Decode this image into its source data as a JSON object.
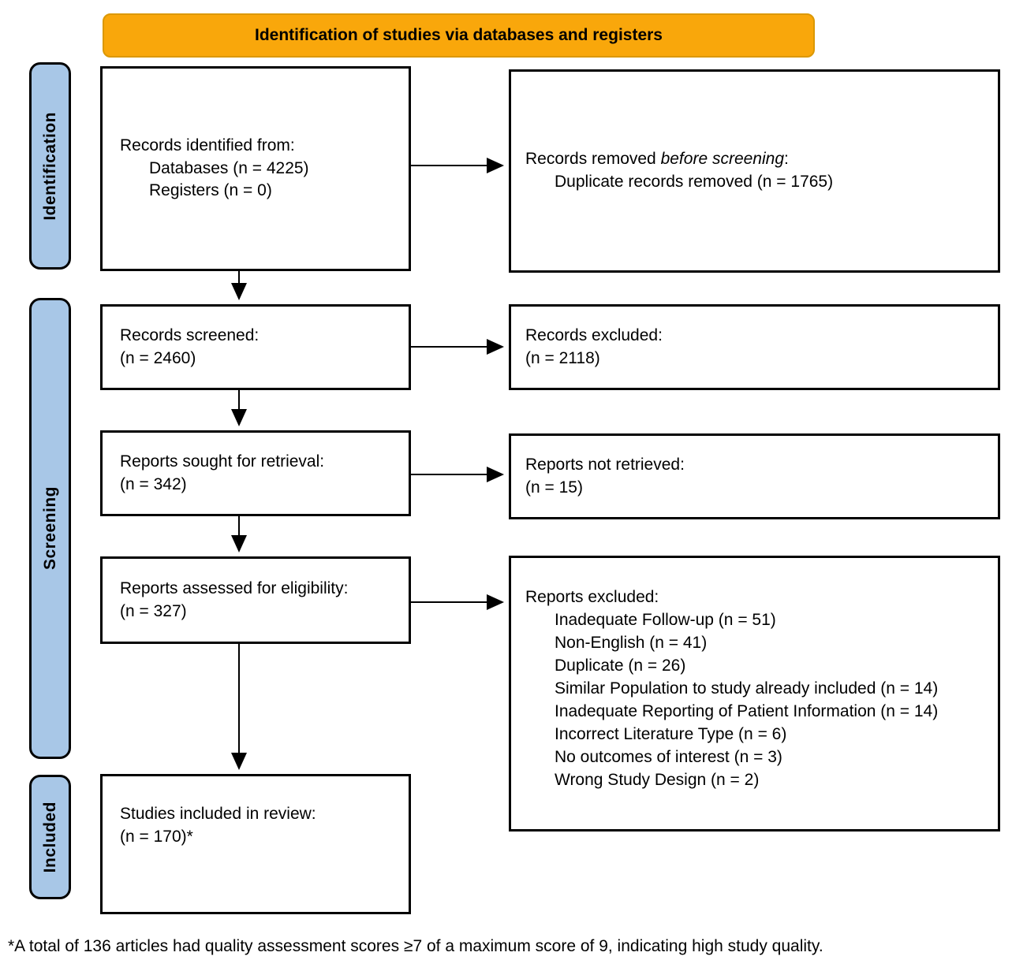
{
  "banner": {
    "label": "Identification of studies via databases and registers"
  },
  "sidebar": {
    "identification": "Identification",
    "screening": "Screening",
    "included": "Included"
  },
  "boxes": {
    "records_identified": {
      "line1": "Records identified from:",
      "line2": "Databases (n = 4225)",
      "line3": "Registers (n = 0)"
    },
    "records_removed": {
      "prefix": "Records removed ",
      "italic": "before screening",
      "suffix": ":",
      "line2": "Duplicate records removed (n = 1765)"
    },
    "records_screened": {
      "line1": "Records screened:",
      "line2": "(n = 2460)"
    },
    "records_excluded": {
      "line1": "Records excluded:",
      "line2": "(n = 2118)"
    },
    "reports_sought": {
      "line1": "Reports sought for retrieval:",
      "line2": "(n = 342)"
    },
    "reports_not_retrieved": {
      "line1": "Reports not retrieved:",
      "line2": "(n = 15)"
    },
    "reports_assessed": {
      "line1": "Reports assessed for eligibility:",
      "line2": "(n = 327)"
    },
    "reports_excluded": {
      "title": "Reports excluded:",
      "reasons": [
        "Inadequate Follow-up (n = 51)",
        "Non-English (n = 41)",
        "Duplicate (n = 26)",
        "Similar Population to study already included (n = 14)",
        "Inadequate Reporting of Patient Information (n = 14)",
        "Incorrect Literature Type (n = 6)",
        "No outcomes of interest (n = 3)",
        "Wrong Study Design (n = 2)"
      ]
    },
    "studies_included": {
      "line1": "Studies included in review:",
      "line2": "(n = 170)*"
    }
  },
  "footnote": "*A total of 136 articles had quality assessment scores ≥7 of a maximum score of 9, indicating high study quality.",
  "colors": {
    "banner_bg": "#F9A70B",
    "banner_border": "#DB9804",
    "sidebar_bg": "#A8C7E7",
    "box_border": "#000000"
  }
}
